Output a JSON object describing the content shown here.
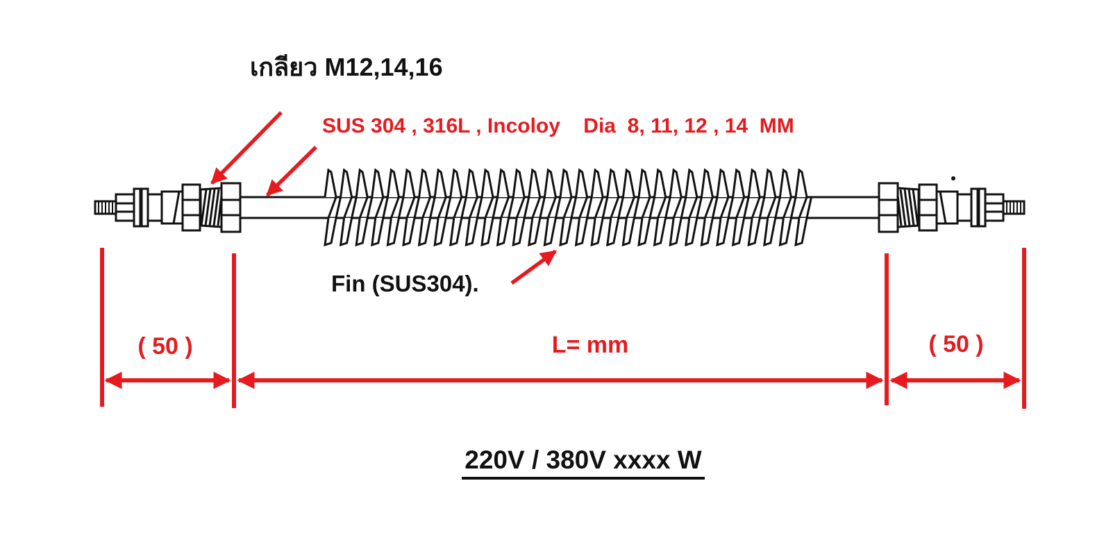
{
  "diagram": {
    "kind": "finned tubular heating element - technical drawing",
    "labels": {
      "thread": "เกลียว M12,14,16",
      "material": "SUS 304 , 316L , Incoloy    Dia  8, 11, 12 , 14  MM",
      "fin": "Fin (SUS304).",
      "dimension_left": "( 50 )",
      "dimension_center": "L= mm",
      "dimension_right": "( 50 )",
      "voltage": "220V / 380V xxxx W"
    },
    "colors": {
      "annotation_red": "#e51b1f",
      "drawing_black": "#111111",
      "background": "#ffffff"
    }
  }
}
